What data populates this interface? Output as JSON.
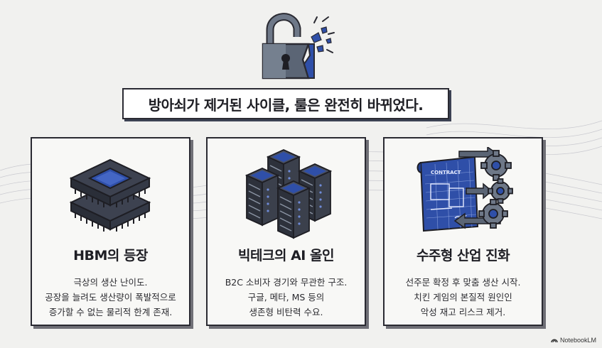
{
  "title": "방아쇠가 제거된 사이클, 룰은 완전히 바뀌었다.",
  "hero_icon": "broken-padlock-icon",
  "cards": [
    {
      "icon": "stacked-memory-chip-icon",
      "title": "HBM의 등장",
      "lines": [
        "극상의 생산 난이도.",
        "공장을 늘려도 생산량이 폭발적으로",
        "증가할 수 없는 물리적 한계 존재."
      ]
    },
    {
      "icon": "server-rack-cluster-icon",
      "title": "빅테크의 AI 올인",
      "lines": [
        "B2C 소비자 경기와 무관한 구조.",
        "구글, 메타, MS 등의",
        "생존형 비탄력 수요."
      ]
    },
    {
      "icon": "contract-gears-icon",
      "title": "수주형 산업 진화",
      "contract_label": "CONTRACT",
      "lines": [
        "선주문 확정 후 맞춤 생산 시작.",
        "치킨 게임의 본질적 원인인",
        "악성 재고 리스크 제거."
      ]
    }
  ],
  "brand": "NotebookLM",
  "colors": {
    "accent_blue": "#2f4fa8",
    "steel": "#5b6575",
    "outline": "#2a2a32"
  }
}
